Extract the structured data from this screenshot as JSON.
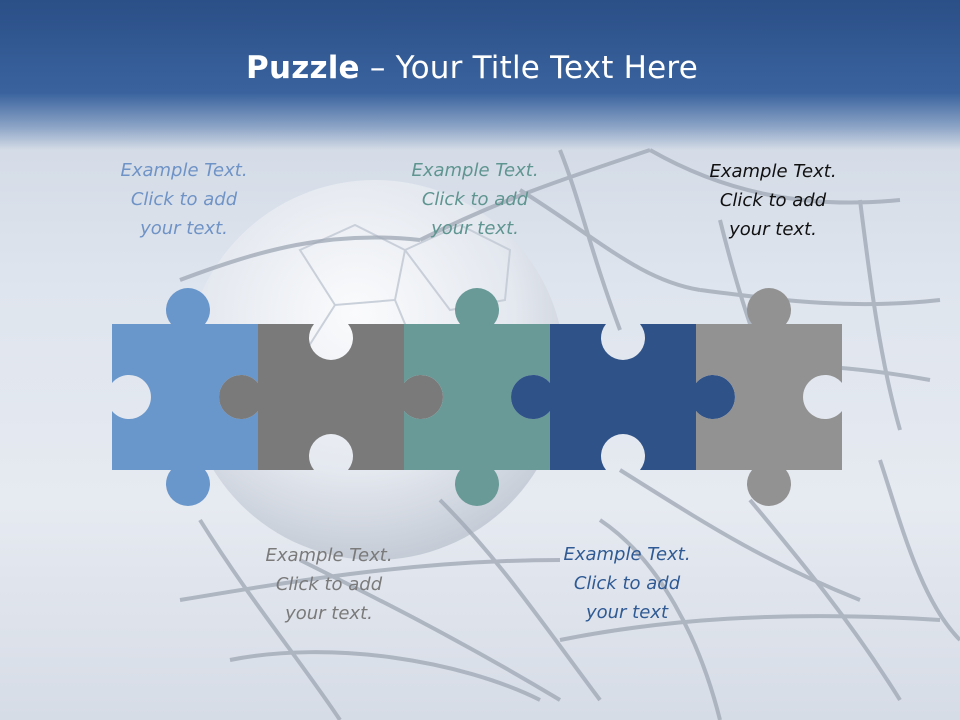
{
  "title": {
    "bold": "Puzzle",
    "rest": " – Your Title Text Here"
  },
  "colors": {
    "header": "#2b4f87",
    "piece_light_blue": "#6a97cb",
    "piece_dark_gray": "#7a7a7a",
    "piece_teal": "#699a98",
    "piece_navy": "#2f5288",
    "piece_light_gray": "#929292"
  },
  "captions": [
    {
      "lines": [
        "Example Text.",
        "Click  to add",
        "your text."
      ]
    },
    {
      "lines": [
        "Example Text.",
        "Click  to add",
        "your text."
      ]
    },
    {
      "lines": [
        "Example Text.",
        "Click  to add",
        "your text."
      ]
    },
    {
      "lines": [
        "Example Text.",
        "Click  to add",
        "your text."
      ]
    },
    {
      "lines": [
        "Example Text.",
        "Click  to add",
        "your text"
      ]
    }
  ],
  "background": {
    "image": "soccer-ball-in-goal-net"
  }
}
